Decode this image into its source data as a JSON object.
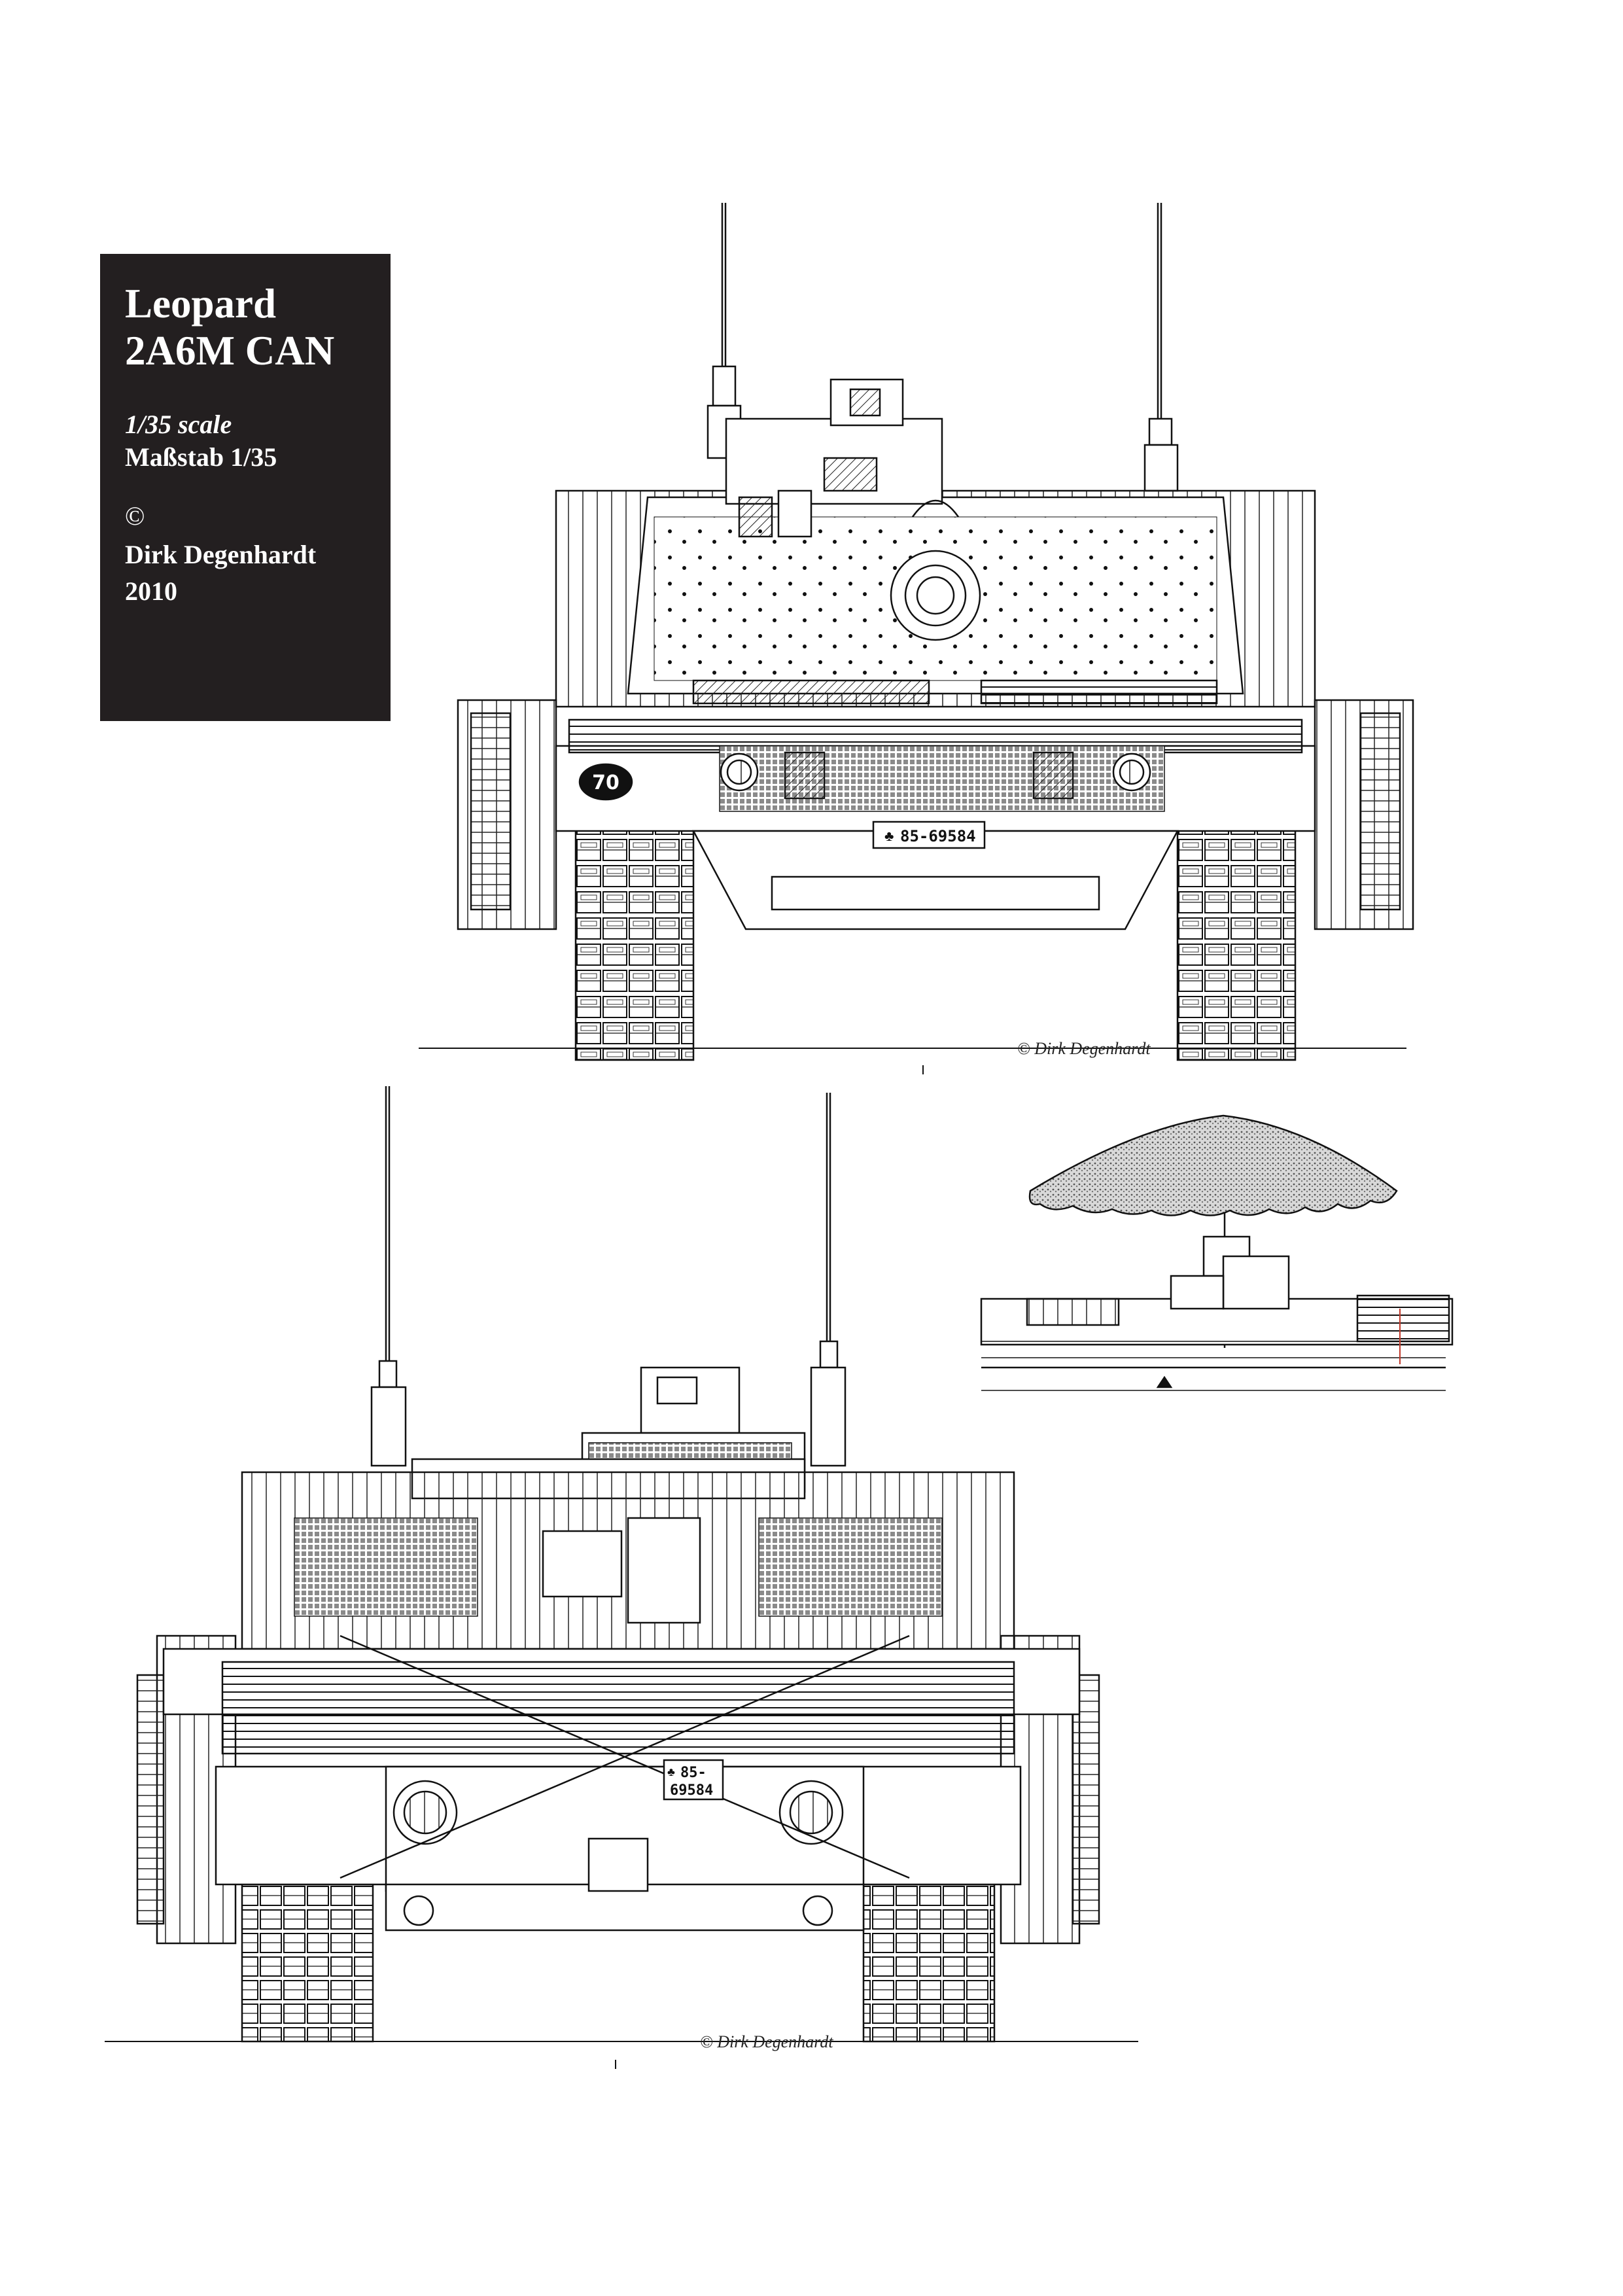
{
  "title_box": {
    "name": "Leopard\n2A6M CAN",
    "scale_en": "1/35 scale",
    "scale_de": "Maßstab 1/35",
    "copyright": "©",
    "author": "Dirk Degenhardt",
    "year": "2010"
  },
  "front_view": {
    "turret_number": "70",
    "plate": "85-69584",
    "signature": "© Dirk Degenhardt"
  },
  "rear_view": {
    "plate_line1": "85-",
    "plate_line2": "69584",
    "signature": "© Dirk Degenhardt"
  }
}
